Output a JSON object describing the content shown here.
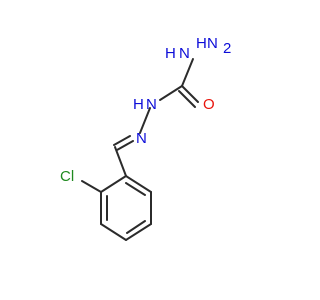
{
  "molecule": {
    "atoms": [
      {
        "id": "h2n",
        "text": "H",
        "color": "#0d0dd8",
        "role": "hydrogen"
      },
      {
        "id": "n1",
        "text": "N",
        "color": "#0d0dd8",
        "role": "amine-nitrogen"
      },
      {
        "id": "h2n_sub",
        "text": "2",
        "color": "#0d0dd8",
        "role": "hydrogen-count"
      },
      {
        "id": "hn",
        "text": "H",
        "color": "#0d0dd8",
        "role": "hydrogen"
      },
      {
        "id": "n2",
        "text": "N",
        "color": "#0d0dd8",
        "role": "hydrazine-nitrogen"
      },
      {
        "id": "n3",
        "text": "N",
        "color": "#0d0dd8",
        "role": "imine-nitrogen"
      },
      {
        "id": "o",
        "text": "O",
        "color": "#e8140c",
        "role": "carbonyl-oxygen"
      },
      {
        "id": "cl",
        "text": "Cl",
        "color": "#1f8a1f",
        "role": "chlorine"
      }
    ],
    "colors": {
      "bond": "#2b2b2b",
      "nitrogen": "#0d0dd8",
      "oxygen": "#e8140c",
      "chlorine": "#1f8a1f"
    }
  }
}
